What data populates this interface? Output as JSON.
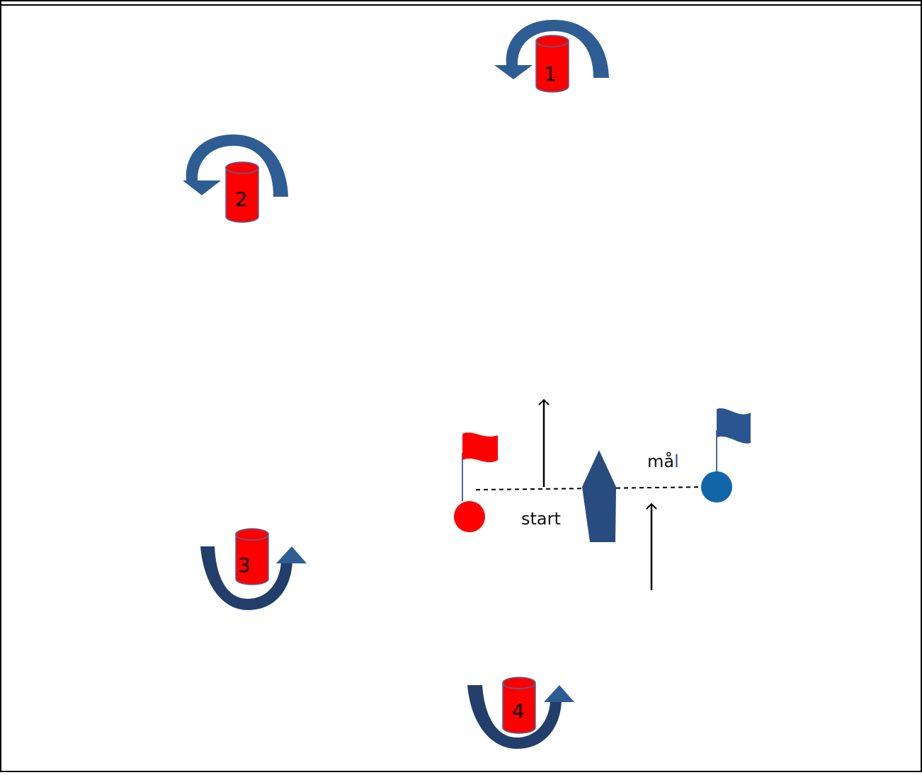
{
  "colors": {
    "buoy_fill": "#ff0000",
    "buoy_stroke": "#4a6a9c",
    "rounding_arrow": "#2e5d93",
    "rounding_arrow_dark": "#223e6b",
    "boat": "#284c7e",
    "start_flag": "#ff0000",
    "start_buoy": "#ff0000",
    "finish_flag": "#2b5590",
    "finish_buoy": "#1166aa",
    "line": "#000000"
  },
  "marks": [
    {
      "id": "mark-1",
      "label": "1",
      "rounding": "counter-clockwise",
      "icon": "cylinder-buoy-icon"
    },
    {
      "id": "mark-2",
      "label": "2",
      "rounding": "counter-clockwise",
      "icon": "cylinder-buoy-icon"
    },
    {
      "id": "mark-3",
      "label": "3",
      "rounding": "counter-clockwise",
      "icon": "cylinder-buoy-icon"
    },
    {
      "id": "mark-4",
      "label": "4",
      "rounding": "counter-clockwise",
      "icon": "cylinder-buoy-icon"
    }
  ],
  "start_line": {
    "label": "start",
    "flag_icon": "red-flag-icon",
    "buoy_icon": "red-buoy-icon"
  },
  "finish_line": {
    "label_main": "må",
    "label_tail": "l",
    "flag_icon": "blue-flag-icon",
    "buoy_icon": "blue-buoy-icon"
  },
  "boat": {
    "icon": "boat-icon"
  }
}
